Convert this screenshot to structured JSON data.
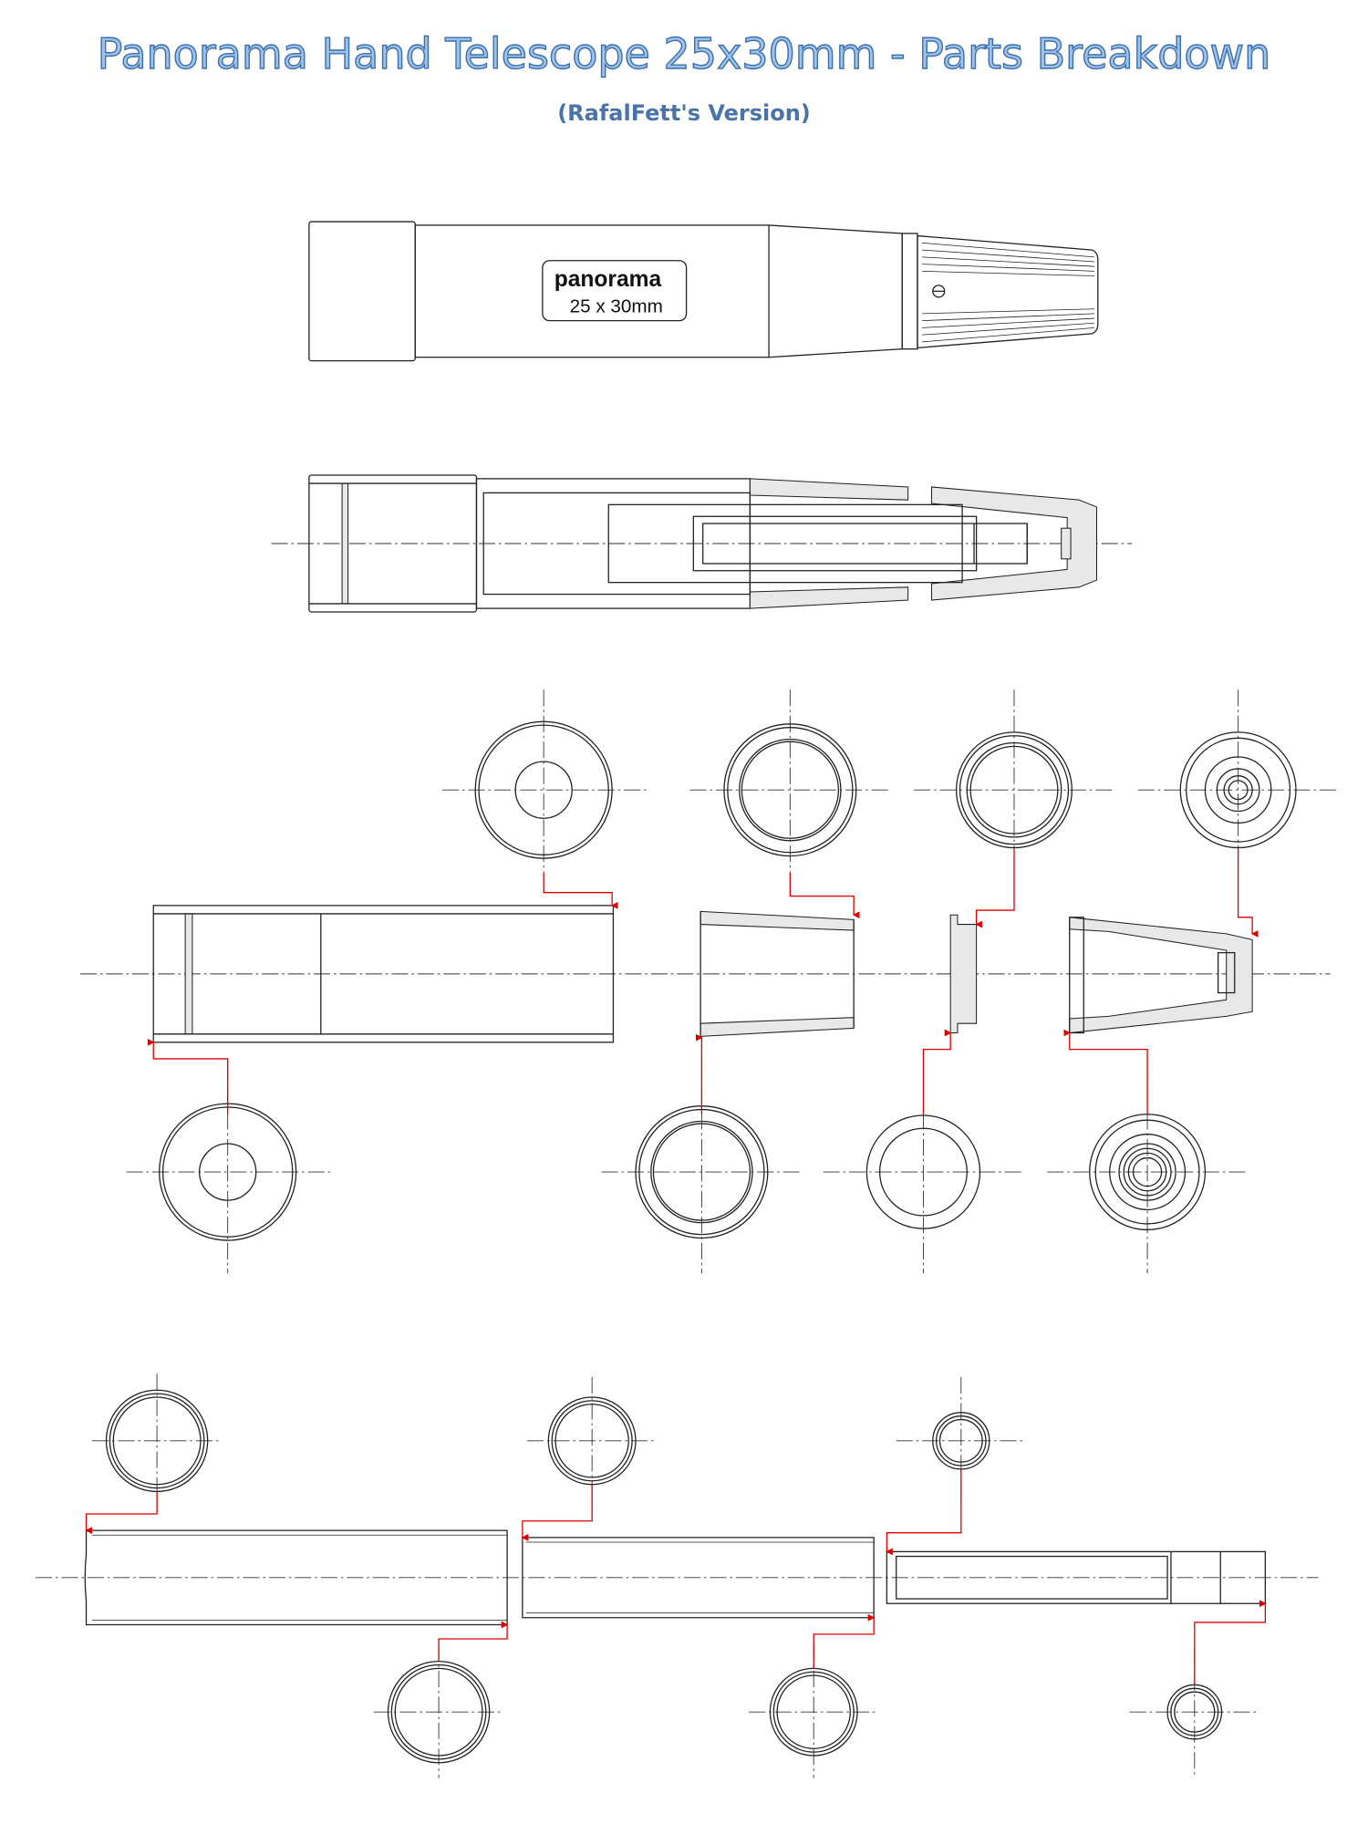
{
  "header": {
    "title": "Panorama Hand Telescope 25x30mm - Parts Breakdown",
    "subtitle": "(RafalFett's Version)"
  },
  "logo": {
    "brand": "panorama",
    "model": "25 x 30mm"
  },
  "colors": {
    "title_fill": "#9cc3ec",
    "title_stroke": "#3f6fa8",
    "leader_lines": "#dd0000",
    "line_work": "#222222"
  }
}
